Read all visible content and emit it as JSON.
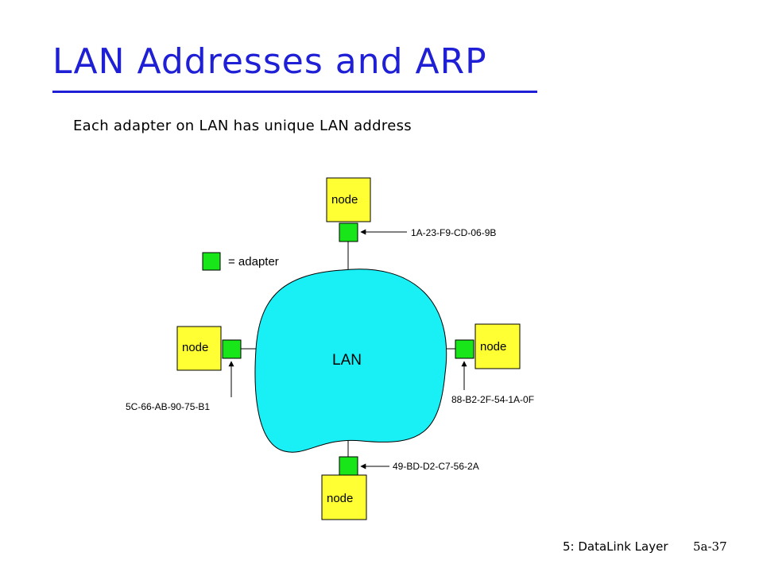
{
  "slide": {
    "title": "LAN Addresses and ARP",
    "subtitle": "Each adapter on LAN has unique LAN address"
  },
  "diagram": {
    "lan_label": "LAN",
    "legend_label": "= adapter",
    "nodes": [
      {
        "id": "top",
        "label": "node",
        "mac": "1A-23-F9-CD-06-9B"
      },
      {
        "id": "left",
        "label": "node",
        "mac": "5C-66-AB-90-75-B1"
      },
      {
        "id": "right",
        "label": "node",
        "mac": "88-B2-2F-54-1A-0F"
      },
      {
        "id": "bottom",
        "label": "node",
        "mac": "49-BD-D2-C7-56-2A"
      }
    ],
    "colors": {
      "node": "#ffff33",
      "adapter": "#19e619",
      "lan": "#19f0f5",
      "title": "#1f1fd6"
    }
  },
  "footer": {
    "chapter": "5: DataLink Layer",
    "page": "5a-37"
  }
}
